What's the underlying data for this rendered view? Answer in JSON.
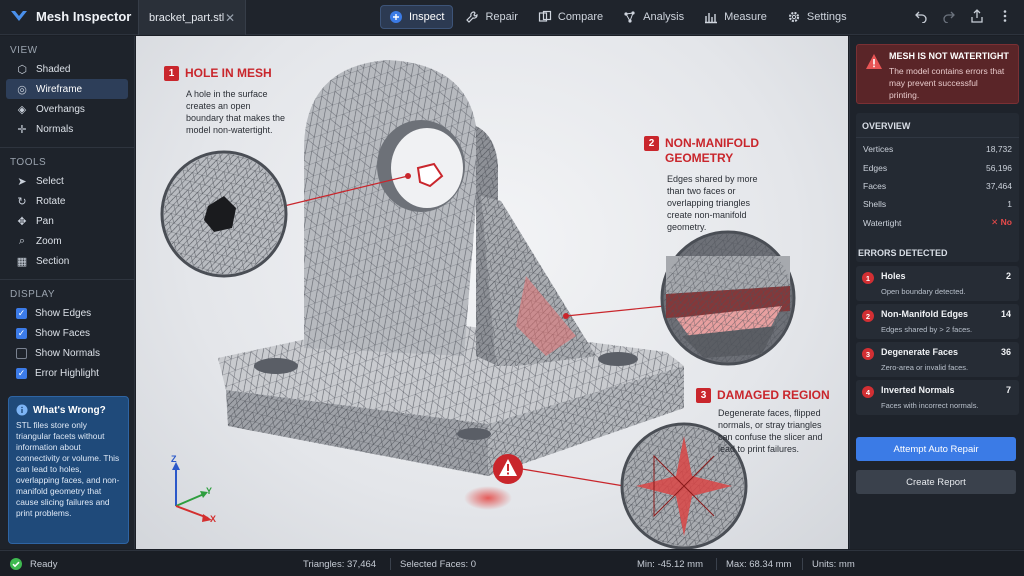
{
  "app": {
    "title": "Mesh Inspector"
  },
  "file_tab": {
    "name": "bracket_part.stl",
    "close": "✕"
  },
  "nav": [
    {
      "label": "Inspect",
      "icon": "inspect-icon",
      "active": true
    },
    {
      "label": "Repair",
      "icon": "wrench-icon"
    },
    {
      "label": "Compare",
      "icon": "compare-icon"
    },
    {
      "label": "Analysis",
      "icon": "analysis-icon"
    },
    {
      "label": "Measure",
      "icon": "measure-icon"
    },
    {
      "label": "Settings",
      "icon": "gear-icon"
    }
  ],
  "sidebar": {
    "view_title": "VIEW",
    "view_items": [
      {
        "label": "Shaded",
        "icon": "cube-icon"
      },
      {
        "label": "Wireframe",
        "icon": "wireframe-icon",
        "active": true
      },
      {
        "label": "Overhangs",
        "icon": "overhang-icon"
      },
      {
        "label": "Normals",
        "icon": "normals-icon"
      }
    ],
    "tools_title": "TOOLS",
    "tool_items": [
      {
        "label": "Select",
        "icon": "cursor-icon"
      },
      {
        "label": "Rotate",
        "icon": "rotate-icon"
      },
      {
        "label": "Pan",
        "icon": "pan-icon"
      },
      {
        "label": "Zoom",
        "icon": "zoom-icon"
      },
      {
        "label": "Section",
        "icon": "section-icon"
      }
    ],
    "display_title": "DISPLAY",
    "display_items": [
      {
        "label": "Show Edges",
        "checked": true
      },
      {
        "label": "Show Faces",
        "checked": true
      },
      {
        "label": "Show Normals",
        "checked": false
      },
      {
        "label": "Error Highlight",
        "checked": true
      }
    ],
    "info": {
      "title": "What's Wrong?",
      "body": "STL files store only triangular facets without information about connectivity or volume. This can lead to holes, overlapping faces, and non-manifold geometry that cause slicing failures and print problems."
    }
  },
  "callouts": [
    {
      "num": "1",
      "title": "HOLE IN MESH",
      "desc": "A hole in the surface creates an open boundary that makes the model non-watertight."
    },
    {
      "num": "2",
      "title": "NON-MANIFOLD GEOMETRY",
      "title_l1": "NON-MANIFOLD",
      "title_l2": "GEOMETRY",
      "desc": "Edges shared by more than two faces or overlapping triangles create non-manifold geometry."
    },
    {
      "num": "3",
      "title": "DAMAGED REGION",
      "desc": "Degenerate faces, flipped normals, or stray triangles can confuse the slicer and lead to print failures."
    }
  ],
  "axes": {
    "z": "Z",
    "y": "Y",
    "x": "X"
  },
  "right_panel": {
    "alert": {
      "title": "MESH IS NOT WATERTIGHT",
      "body": "The model contains errors that may prevent successful printing.",
      "color": "#5a2528"
    },
    "overview_title": "OVERVIEW",
    "overview": [
      {
        "label": "Vertices",
        "value": "18,732"
      },
      {
        "label": "Edges",
        "value": "56,196"
      },
      {
        "label": "Faces",
        "value": "37,464"
      },
      {
        "label": "Shells",
        "value": "1"
      },
      {
        "label": "Watertight",
        "value": "✕  No"
      }
    ],
    "errors_title": "ERRORS DETECTED",
    "errors": [
      {
        "num": "1",
        "title": "Holes",
        "count": "2",
        "desc": "Open boundary detected."
      },
      {
        "num": "2",
        "title": "Non-Manifold Edges",
        "count": "14",
        "desc": "Edges shared by > 2 faces."
      },
      {
        "num": "3",
        "title": "Degenerate Faces",
        "count": "36",
        "desc": "Zero-area or invalid faces."
      },
      {
        "num": "4",
        "title": "Inverted Normals",
        "count": "7",
        "desc": "Faces with incorrect normals."
      }
    ],
    "repair_button": "Attempt Auto Repair",
    "report_button": "Create Report"
  },
  "status": {
    "ready": "Ready",
    "triangles": "Triangles:  37,464",
    "selected": "Selected Faces:  0",
    "min": "Min:  -45.12 mm",
    "max": "Max:  68.34 mm",
    "units": "Units:  mm"
  },
  "colors": {
    "accent": "#3b7be6",
    "error": "#c9262c",
    "ready": "#3fb950"
  }
}
